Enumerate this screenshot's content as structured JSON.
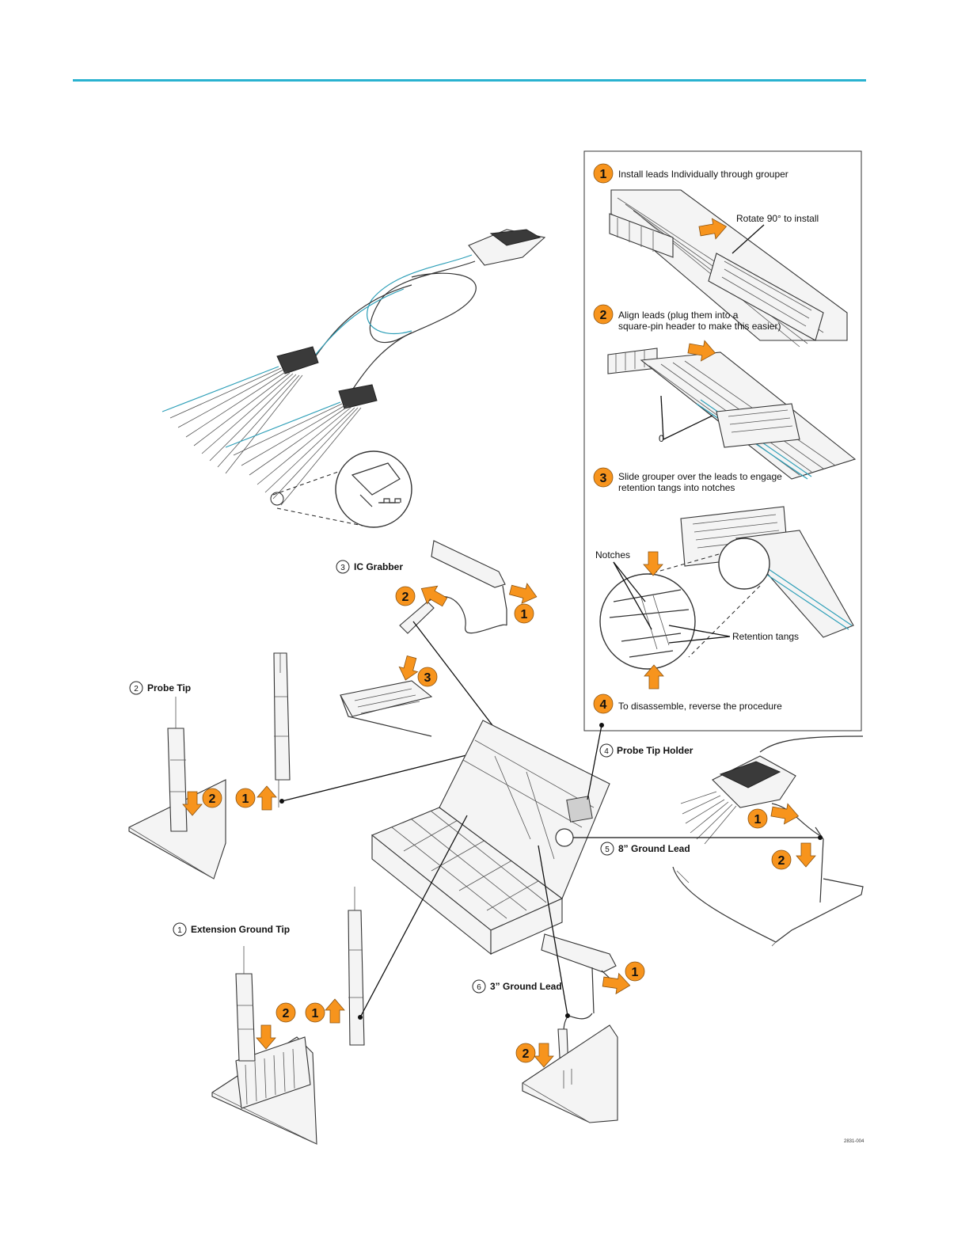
{
  "header": {
    "rule_color": "#29b2d0"
  },
  "inset": {
    "step1": {
      "num": "1",
      "text": "Install leads Individually through grouper",
      "note": "Rotate 90° to install"
    },
    "step2": {
      "num": "2",
      "text_line1": "Align leads (plug them into a",
      "text_line2": "square-pin header to make this easier)",
      "callout": "0"
    },
    "step3": {
      "num": "3",
      "text_line1": "Slide grouper over the leads to engage",
      "text_line2": "retention tangs into notches",
      "notches": "Notches",
      "tangs": "Retention tangs"
    },
    "step4": {
      "num": "4",
      "text": "To disassemble, reverse the procedure"
    }
  },
  "labels": {
    "ic_grabber": {
      "num": "3",
      "text": "IC Grabber"
    },
    "probe_tip": {
      "num": "2",
      "text": "Probe Tip"
    },
    "probe_tip_holder": {
      "num": "4",
      "text": "Probe Tip Holder"
    },
    "ground_lead_8": {
      "num": "5",
      "text": "8” Ground Lead"
    },
    "extension_ground_tip": {
      "num": "1",
      "text": "Extension Ground Tip"
    },
    "ground_lead_3": {
      "num": "6",
      "text": "3” Ground Lead"
    }
  },
  "steps": {
    "ic_grabber": [
      "2",
      "1",
      "3"
    ],
    "probe_tip": [
      "2",
      "1"
    ],
    "ground_lead_8": [
      "1",
      "2"
    ],
    "extension_ground_tip": [
      "2",
      "1"
    ],
    "ground_lead_3": [
      "1",
      "2"
    ]
  },
  "figure_id": "2831-004",
  "colors": {
    "accent": "#f7941d",
    "teal": "#2e9fb8",
    "line": "#333333"
  }
}
